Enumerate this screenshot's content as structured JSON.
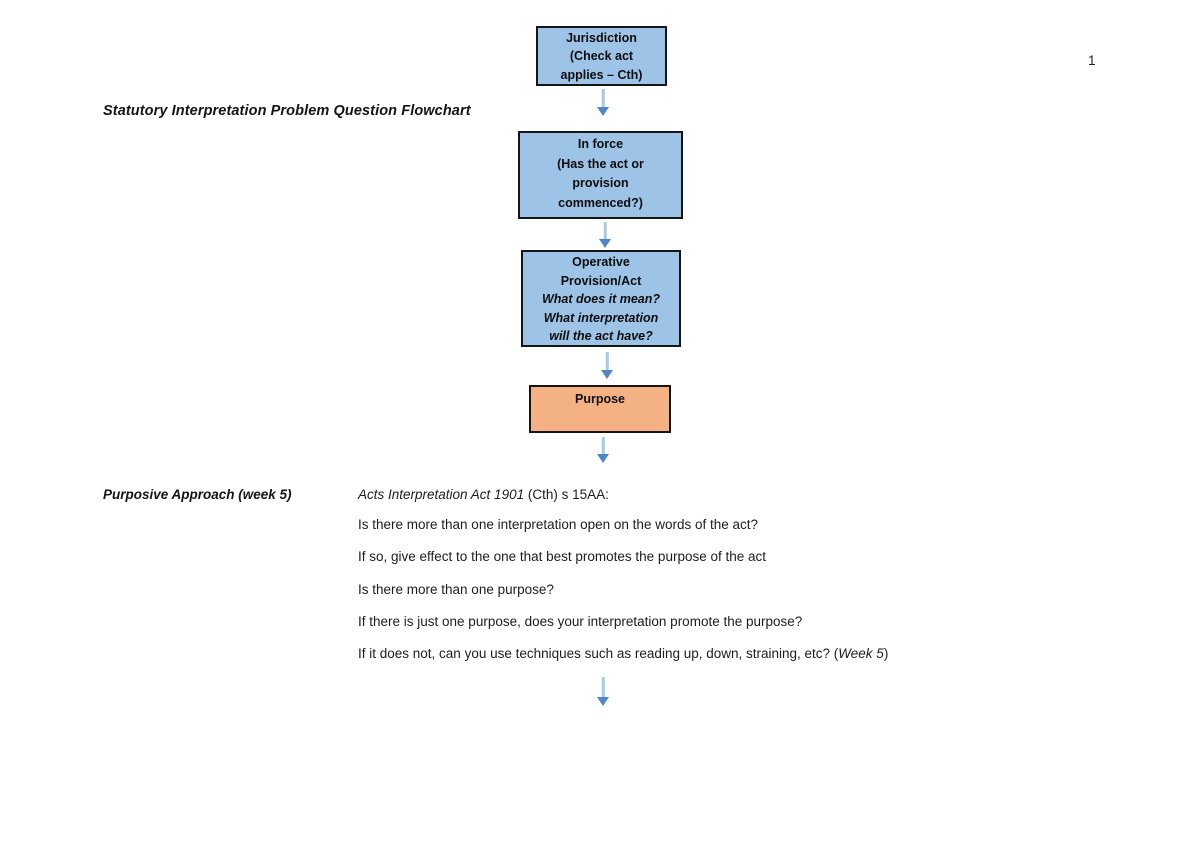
{
  "page": {
    "number": "1",
    "title": "Statutory Interpretation Problem Question Flowchart"
  },
  "flowchart": {
    "boxes": {
      "jurisdiction": {
        "lines": [
          "Jurisdiction",
          "(Check act",
          "applies – Cth)"
        ]
      },
      "in_force": {
        "lines": [
          "In force",
          "(Has the act or",
          "provision",
          "commenced?)"
        ]
      },
      "operative": {
        "bold_lines": [
          "Operative",
          "Provision/Act"
        ],
        "italic_lines": [
          "What does it mean?",
          "What interpretation",
          "will the act have?"
        ]
      },
      "purpose": {
        "label": "Purpose"
      }
    },
    "colors": {
      "blue_box_fill": "#9DC3E6",
      "orange_box_fill": "#F4B183",
      "box_border": "#151515",
      "arrow_stem": "#A6C9E8",
      "arrow_head": "#4E86C6"
    }
  },
  "purposive_section": {
    "label": "Purposive Approach (week 5)",
    "act_reference_italic": "Acts Interpretation Act 1901",
    "act_reference_regular": " (Cth) s 15AA:",
    "questions": [
      "Is there more than one interpretation open on the words of the act?",
      "If so, give effect to the one that best promotes the purpose of the act",
      "Is there more than one purpose?",
      "If there is just one purpose, does your interpretation promote the purpose?"
    ],
    "last_question_pre": "If it does not, can you use techniques such as reading up, down, straining, etc? (",
    "last_question_italic": "Week 5",
    "last_question_post": ")"
  }
}
